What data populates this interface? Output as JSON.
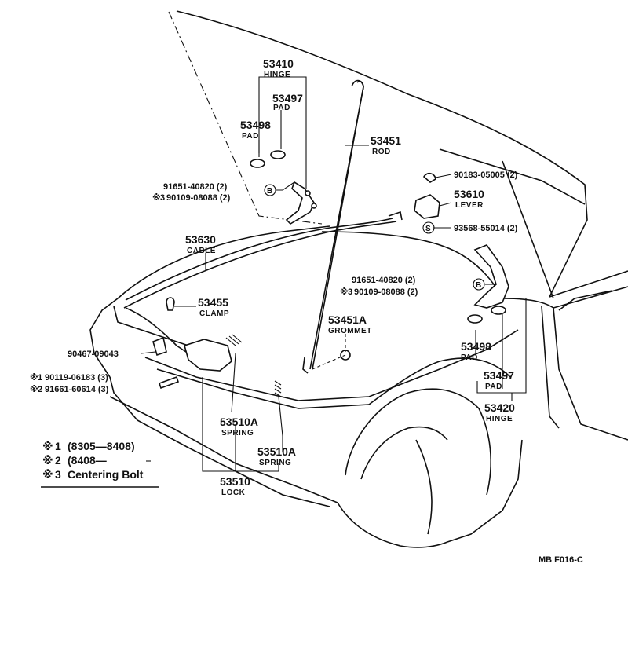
{
  "parts": {
    "p53410": {
      "num": "53410",
      "name": "HINGE"
    },
    "p53497a": {
      "num": "53497",
      "name": "PAD"
    },
    "p53498a": {
      "num": "53498",
      "name": "PAD"
    },
    "p53451": {
      "num": "53451",
      "name": "ROD"
    },
    "p90183": {
      "num": "90183-05005 (2)"
    },
    "p53610": {
      "num": "53610",
      "name": "LEVER"
    },
    "p93568": {
      "num": "93568-55014 (2)"
    },
    "p91651a": {
      "num": "91651-40820 (2)"
    },
    "p90109a": {
      "num": "90109-08088 (2)"
    },
    "p53630": {
      "num": "53630",
      "name": "CABLE"
    },
    "p91651b": {
      "num": "91651-40820 (2)"
    },
    "p90109b": {
      "num": "90109-08088 (2)"
    },
    "p53455": {
      "num": "53455",
      "name": "CLAMP"
    },
    "p53451a": {
      "num": "53451A",
      "name": "GROMMET"
    },
    "p90467": {
      "num": "90467-09043"
    },
    "p90119": {
      "num": "90119-06183 (3)"
    },
    "p91661": {
      "num": "91661-60614 (3)"
    },
    "p53498b": {
      "num": "53498",
      "name": "PAD"
    },
    "p53497b": {
      "num": "53497",
      "name": "PAD"
    },
    "p53420": {
      "num": "53420",
      "name": "HINGE"
    },
    "p53510a1": {
      "num": "53510A",
      "name": "SPRING"
    },
    "p53510a2": {
      "num": "53510A",
      "name": "SPRING"
    },
    "p53510": {
      "num": "53510",
      "name": "LOCK"
    }
  },
  "markers": {
    "b": "B",
    "s": "S",
    "note_sym": "※",
    "n1": "1",
    "n2": "2",
    "n3": "3"
  },
  "notes": [
    {
      "mark": "1",
      "text": "(8305—8408)"
    },
    {
      "mark": "2",
      "text": "(8408—"
    },
    {
      "mark": "3",
      "text": "Centering Bolt"
    }
  ],
  "code": "MB  F016-C"
}
